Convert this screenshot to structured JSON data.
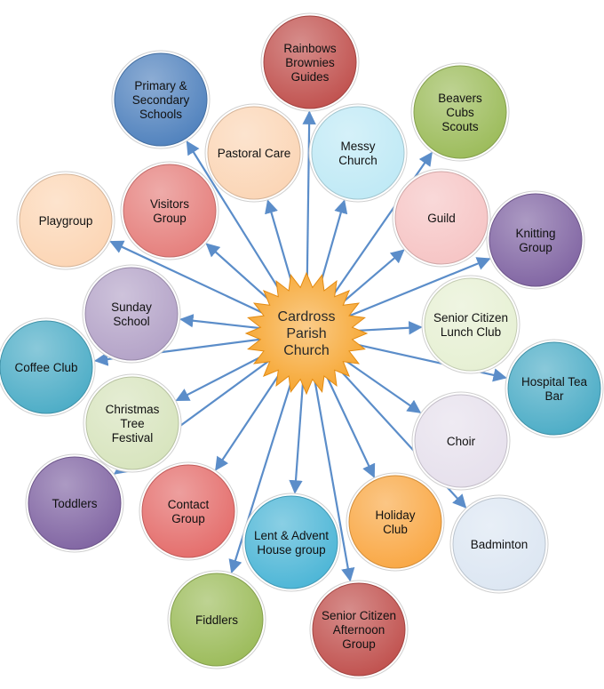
{
  "center": {
    "label": [
      "Cardross",
      "Parish",
      "Church"
    ],
    "color": "#f6a32a"
  },
  "nodes": [
    {
      "id": "rainbows-brownies-guides",
      "label": [
        "Rainbows",
        "Brownies",
        "Guides"
      ],
      "color": "#c0504d"
    },
    {
      "id": "primary-secondary-schools",
      "label": [
        "Primary &",
        "Secondary",
        "Schools"
      ],
      "color": "#4f81bd"
    },
    {
      "id": "beavers-cubs-scouts",
      "label": [
        "Beavers",
        "Cubs",
        "Scouts"
      ],
      "color": "#9bbb59"
    },
    {
      "id": "pastoral-care",
      "label": [
        "Pastoral Care"
      ],
      "color": "#fbd5b5"
    },
    {
      "id": "messy-church",
      "label": [
        "Messy",
        "Church"
      ],
      "color": "#bfe9f5"
    },
    {
      "id": "playgroup",
      "label": [
        "Playgroup"
      ],
      "color": "#fcd5b4"
    },
    {
      "id": "visitors-group",
      "label": [
        "Visitors",
        "Group"
      ],
      "color": "#e57e7b"
    },
    {
      "id": "guild",
      "label": [
        "Guild"
      ],
      "color": "#f6c4c4"
    },
    {
      "id": "knitting-group",
      "label": [
        "Knitting",
        "Group"
      ],
      "color": "#8064a2"
    },
    {
      "id": "sunday-school",
      "label": [
        "Sunday",
        "School"
      ],
      "color": "#b3a2c7"
    },
    {
      "id": "senior-citizen-lunch-club",
      "label": [
        "Senior Citizen",
        "Lunch Club"
      ],
      "color": "#e6f0d3"
    },
    {
      "id": "coffee-club",
      "label": [
        "Coffee Club"
      ],
      "color": "#4bacc6"
    },
    {
      "id": "hospital-tea-bar",
      "label": [
        "Hospital Tea",
        "Bar"
      ],
      "color": "#4bacc6"
    },
    {
      "id": "christmas-tree-festival",
      "label": [
        "Christmas",
        "Tree",
        "Festival"
      ],
      "color": "#d7e4bd"
    },
    {
      "id": "choir",
      "label": [
        "Choir"
      ],
      "color": "#e6e0ec"
    },
    {
      "id": "toddlers",
      "label": [
        "Toddlers"
      ],
      "color": "#8064a2"
    },
    {
      "id": "contact-group",
      "label": [
        "Contact",
        "Group"
      ],
      "color": "#e46c6a"
    },
    {
      "id": "holiday-club",
      "label": [
        "Holiday",
        "Club"
      ],
      "color": "#f9a743"
    },
    {
      "id": "badminton",
      "label": [
        "Badminton"
      ],
      "color": "#dce6f2"
    },
    {
      "id": "lent-advent-house-group",
      "label": [
        "Lent & Advent",
        "House group"
      ],
      "color": "#4bb5d6"
    },
    {
      "id": "fiddlers",
      "label": [
        "Fiddlers"
      ],
      "color": "#9bbb59"
    },
    {
      "id": "senior-citizen-afternoon-group",
      "label": [
        "Senior Citizen",
        "Afternoon",
        "Group"
      ],
      "color": "#c0504d"
    }
  ],
  "arrow_color": "#5b8dc9"
}
